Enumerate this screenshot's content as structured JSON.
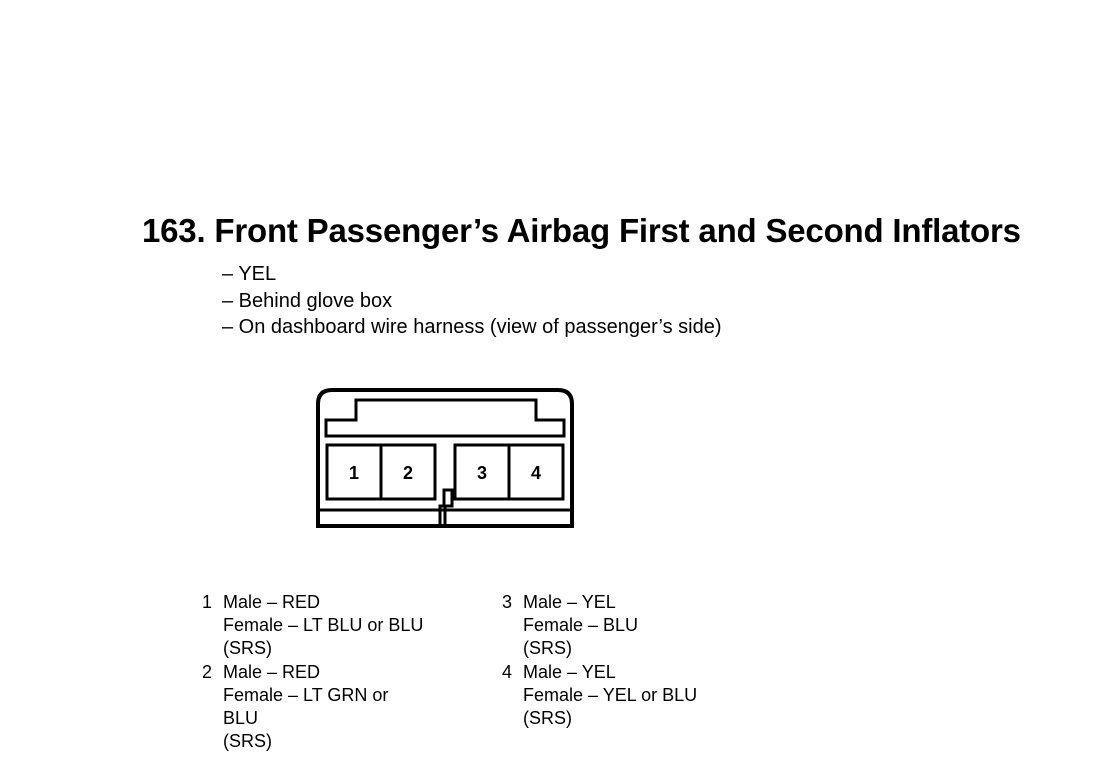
{
  "title": "163. Front Passenger’s Airbag First and Second Inflators",
  "info": {
    "color": "– YEL",
    "location": "– Behind glove box",
    "harness": "– On dashboard wire harness (view of passenger’s side)"
  },
  "connector": {
    "terminals": [
      "1",
      "2",
      "3",
      "4"
    ]
  },
  "pins": [
    {
      "num": "1",
      "lines": [
        "Male – RED",
        "Female – LT BLU or BLU",
        "(SRS)"
      ]
    },
    {
      "num": "2",
      "lines": [
        "Male – RED",
        "Female – LT GRN or",
        "BLU",
        "(SRS)"
      ]
    },
    {
      "num": "3",
      "lines": [
        "Male – YEL",
        "Female – BLU",
        "(SRS)"
      ]
    },
    {
      "num": "4",
      "lines": [
        "Male – YEL",
        "Female – YEL or BLU",
        "(SRS)"
      ]
    }
  ]
}
